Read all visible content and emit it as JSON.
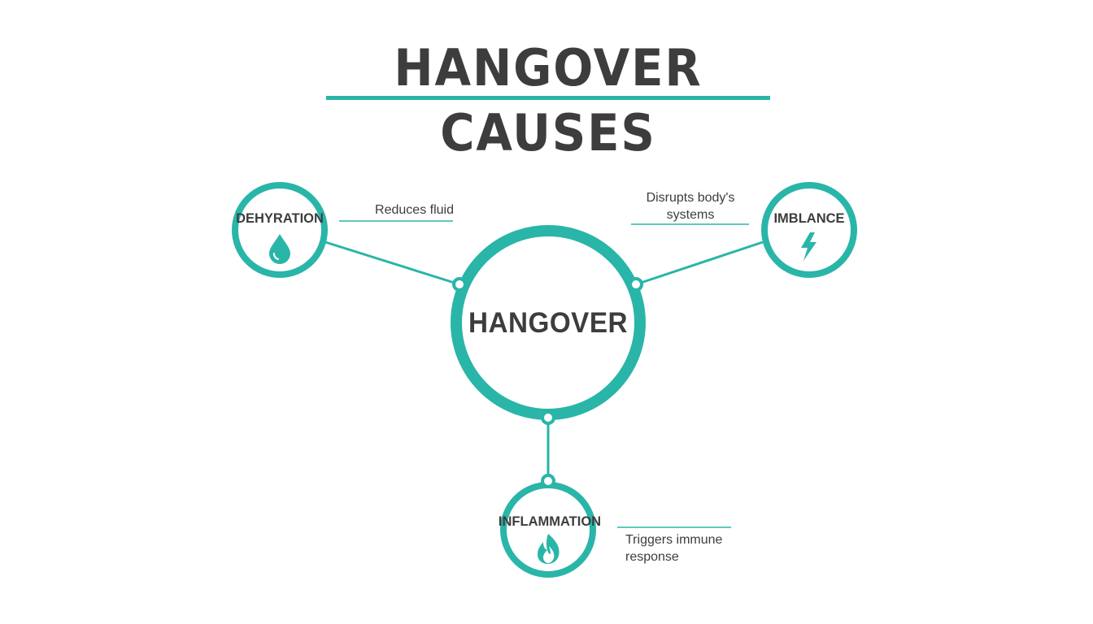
{
  "title": "HANGOVER CAUSES",
  "colors": {
    "accent": "#2ab5a9",
    "text": "#3d3d3d",
    "background": "#ffffff"
  },
  "center": {
    "label": "HANGOVER"
  },
  "causes": [
    {
      "label": "DEHYRATION",
      "description": "Reduces fluid",
      "icon": "water-drop-icon"
    },
    {
      "label": "IMBLANCE",
      "description": "Disrupts body's systems",
      "icon": "lightning-bolt-icon"
    },
    {
      "label": "INFLAMMATION",
      "description": "Triggers immune response",
      "icon": "flame-icon"
    }
  ]
}
